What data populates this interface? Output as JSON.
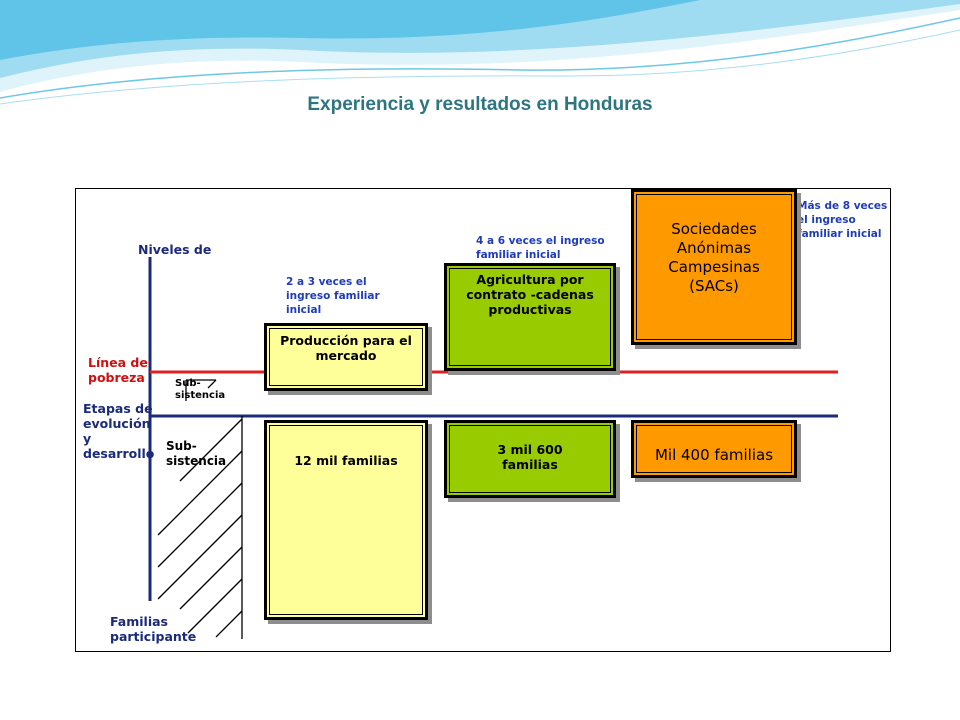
{
  "title": "Experiencia y resultados en Honduras",
  "axis": {
    "top_label": "Niveles de",
    "poverty_line": [
      "Línea de",
      "pobreza"
    ],
    "stages": [
      "Etapas de",
      "evolución",
      "y",
      "desarrollo"
    ],
    "bottom_label": [
      "Familias",
      "participante"
    ]
  },
  "subsistence": {
    "small": [
      "Sub-",
      "sistencia"
    ],
    "large": [
      "Sub-",
      "sistencia"
    ]
  },
  "notes": {
    "n1": [
      "2 a 3 veces el",
      "ingreso familiar",
      "inicial"
    ],
    "n2": [
      "4 a 6 veces el ingreso",
      "familiar inicial"
    ],
    "n3": [
      "Más de 8 veces",
      "el ingreso",
      "familiar inicial"
    ]
  },
  "boxes": {
    "produccion": [
      "Producción para el",
      "mercado"
    ],
    "agricultura": [
      "Agricultura por",
      "contrato -cadenas",
      "productivas"
    ],
    "sacs": [
      "Sociedades",
      "Anónimas",
      "Campesinas",
      "(SACs)"
    ],
    "fam1": [
      "12 mil familias"
    ],
    "fam2": [
      "3 mil 600",
      "familias"
    ],
    "fam3": [
      "Mil 400 familias"
    ]
  },
  "colors": {
    "yellow": "#ffff99",
    "green": "#99cc00",
    "orange": "#ff9900",
    "poverty_line": "#e02020",
    "stage_line": "#1b2a7a",
    "title": "#2e7582"
  }
}
